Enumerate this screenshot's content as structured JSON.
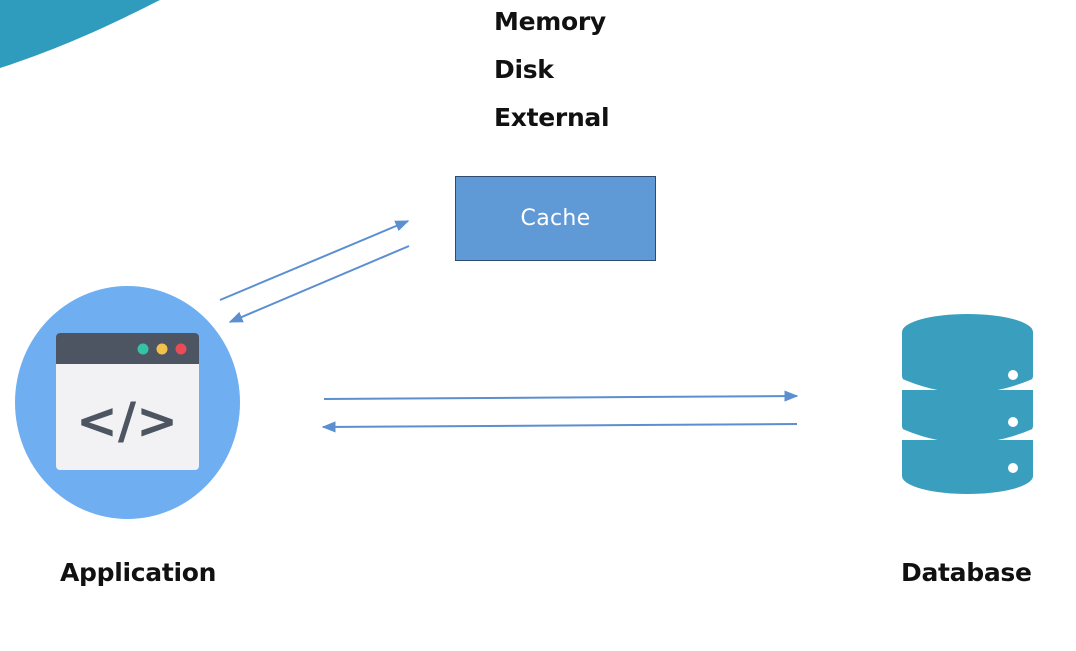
{
  "cache_types": [
    "Memory",
    "Disk",
    "External"
  ],
  "cache": {
    "label": "Cache"
  },
  "nodes": {
    "application": {
      "label": "Application",
      "icon": "code-window-icon",
      "code_glyph": "</>"
    },
    "database": {
      "label": "Database",
      "icon": "database-icon"
    }
  },
  "colors": {
    "cache_fill": "#5f9ad7",
    "arrow": "#5b8fd0",
    "app_circle": "#6eaef1",
    "database": "#3a9fbf",
    "accent_teal": "#2f9bbd"
  }
}
